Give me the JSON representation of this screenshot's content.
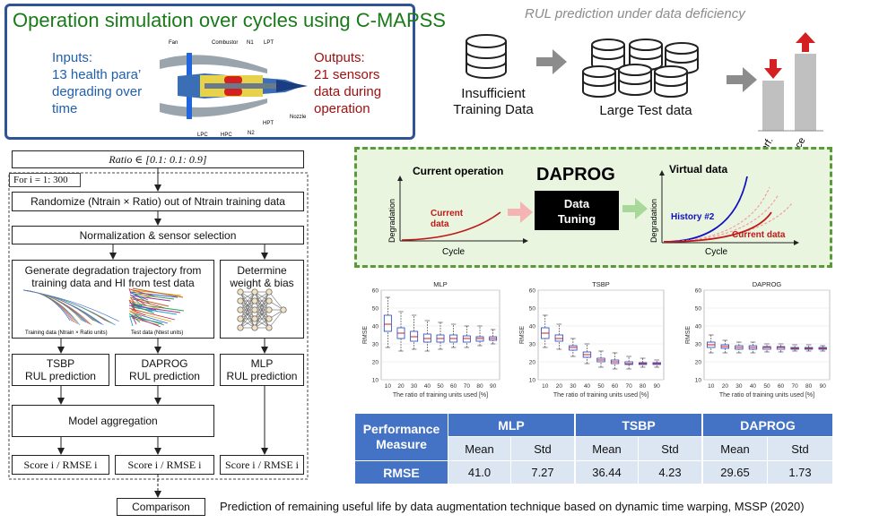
{
  "top_left": {
    "title": "Operation simulation over cycles using C-MAPSS",
    "inputs_lines": [
      "Inputs:",
      "13 health para’",
      "degrading over",
      "time"
    ],
    "outputs_lines": [
      "Outputs:",
      "21 sensors",
      "data during",
      "operation"
    ],
    "engine_labels": {
      "fan": "Fan",
      "combustor": "Combustor",
      "n1": "N1",
      "lpt": "LPT",
      "lpc": "LPC",
      "hpc": "HPC",
      "n2": "N2",
      "hpt": "HPT",
      "nozzle": "Nozzle"
    }
  },
  "top_right": {
    "title": "RUL prediction under data deficiency",
    "insufficient_lines": [
      "Insufficient",
      "Training Data"
    ],
    "large_test": "Large Test data",
    "perf": "Perf.",
    "variance": "Variance"
  },
  "flow": {
    "ratio": "Ratio ∈ [0.1: 0.1: 0.9]",
    "loop": "For i = 1: 300",
    "randomize": "Randomize (Ntrain × Ratio) out of Ntrain training data",
    "normalization": "Normalization & sensor selection",
    "generate_lines": [
      "Generate degradation trajectory from",
      "training data and HI from test data"
    ],
    "training_caption": "Training data (Ntrain × Ratio units)",
    "test_caption": "Test data (Ntest units)",
    "determine_lines": [
      "Determine",
      "weight & bias"
    ],
    "tsbp_lines": [
      "TSBP",
      "RUL prediction"
    ],
    "daprog_lines": [
      "DAPROG",
      "RUL prediction"
    ],
    "mlp_lines": [
      "MLP",
      "RUL prediction"
    ],
    "aggregation": "Model aggregation",
    "score": "Score i / RMSE i",
    "comparison": "Comparison"
  },
  "daprog_panel": {
    "current_title": "Current operation",
    "current_data_lines": [
      "Current",
      "data"
    ],
    "degradation": "Degradation",
    "cycle": "Cycle",
    "main_title": "DAPROG",
    "tuning_lines": [
      "Data",
      "Tuning"
    ],
    "virtual_title": "Virtual data",
    "history": "History #2",
    "current_data2": "Current data"
  },
  "colors": {
    "green": "#1a7a1a",
    "blue_text": "#1f5fae",
    "red_text": "#a01010",
    "header_blue": "#4472c4",
    "light_blue": "#dce6f2",
    "arrow_gray": "#8c8c8c"
  },
  "chart_data": [
    {
      "type": "box",
      "title": "MLP",
      "xlabel": "The ratio of training units used [%]",
      "ylabel": "RMSE",
      "categories": [
        "10",
        "20",
        "30",
        "40",
        "50",
        "60",
        "70",
        "80",
        "90"
      ],
      "ylim": [
        10,
        60
      ],
      "yticks": [
        "10",
        "20",
        "30",
        "40",
        "50",
        "60"
      ],
      "medians": [
        41,
        36,
        34,
        33,
        33,
        33,
        33,
        33,
        33
      ],
      "q1": [
        37,
        33,
        31.5,
        31,
        31,
        31,
        31,
        31.5,
        32
      ],
      "q3": [
        46,
        39,
        37,
        35.5,
        35,
        35,
        34.5,
        34,
        34
      ],
      "whisker_low": [
        28,
        26,
        27,
        26,
        27,
        28,
        28,
        29,
        30
      ],
      "whisker_high": [
        56,
        48,
        46,
        43,
        42,
        41,
        40,
        40,
        38
      ]
    },
    {
      "type": "box",
      "title": "TSBP",
      "xlabel": "The ratio of training units used [%]",
      "ylabel": "RMSE",
      "categories": [
        "10",
        "20",
        "30",
        "40",
        "50",
        "60",
        "70",
        "80",
        "90"
      ],
      "ylim": [
        10,
        60
      ],
      "yticks": [
        "10",
        "20",
        "30",
        "40",
        "50",
        "60"
      ],
      "medians": [
        36,
        33,
        28,
        24,
        21,
        20,
        19,
        19,
        19
      ],
      "q1": [
        33,
        31.5,
        26.5,
        22.5,
        20,
        19,
        18.5,
        18.5,
        18.5
      ],
      "q3": [
        39,
        35,
        29,
        25.5,
        22,
        21,
        20,
        19.5,
        19.5
      ],
      "whisker_low": [
        28,
        27,
        23,
        19,
        17,
        16,
        16,
        17,
        17
      ],
      "whisker_high": [
        46,
        41,
        33,
        30,
        26,
        25,
        23,
        22,
        21
      ]
    },
    {
      "type": "box",
      "title": "DAPROG",
      "xlabel": "The ratio of training units used [%]",
      "ylabel": "RMSE",
      "categories": [
        "10",
        "20",
        "30",
        "40",
        "50",
        "60",
        "70",
        "80",
        "90"
      ],
      "ylim": [
        10,
        60
      ],
      "yticks": [
        "10",
        "20",
        "30",
        "40",
        "50",
        "60"
      ],
      "medians": [
        29.5,
        28.5,
        28,
        28,
        28,
        28,
        27.5,
        27.5,
        27.5
      ],
      "q1": [
        28,
        27.5,
        27,
        27,
        27,
        27,
        27,
        27,
        27
      ],
      "q3": [
        31,
        29.5,
        29,
        29,
        28.5,
        28.5,
        28,
        28,
        28
      ],
      "whisker_low": [
        25,
        25,
        25,
        25,
        25.5,
        25.5,
        26,
        26,
        26
      ],
      "whisker_high": [
        35,
        32,
        31,
        31,
        30,
        30,
        29.5,
        29.5,
        29
      ]
    }
  ],
  "table": {
    "corner": "Performance Measure",
    "groups": [
      "MLP",
      "TSBP",
      "DAPROG"
    ],
    "subheaders": [
      "Mean",
      "Std",
      "Mean",
      "Std",
      "Mean",
      "Std"
    ],
    "row_label": "RMSE",
    "values": [
      "41.0",
      "7.27",
      "36.44",
      "4.23",
      "29.65",
      "1.73"
    ]
  },
  "citation": "Prediction of remaining useful life by data augmentation technique based on dynamic time warping, MSSP (2020)"
}
